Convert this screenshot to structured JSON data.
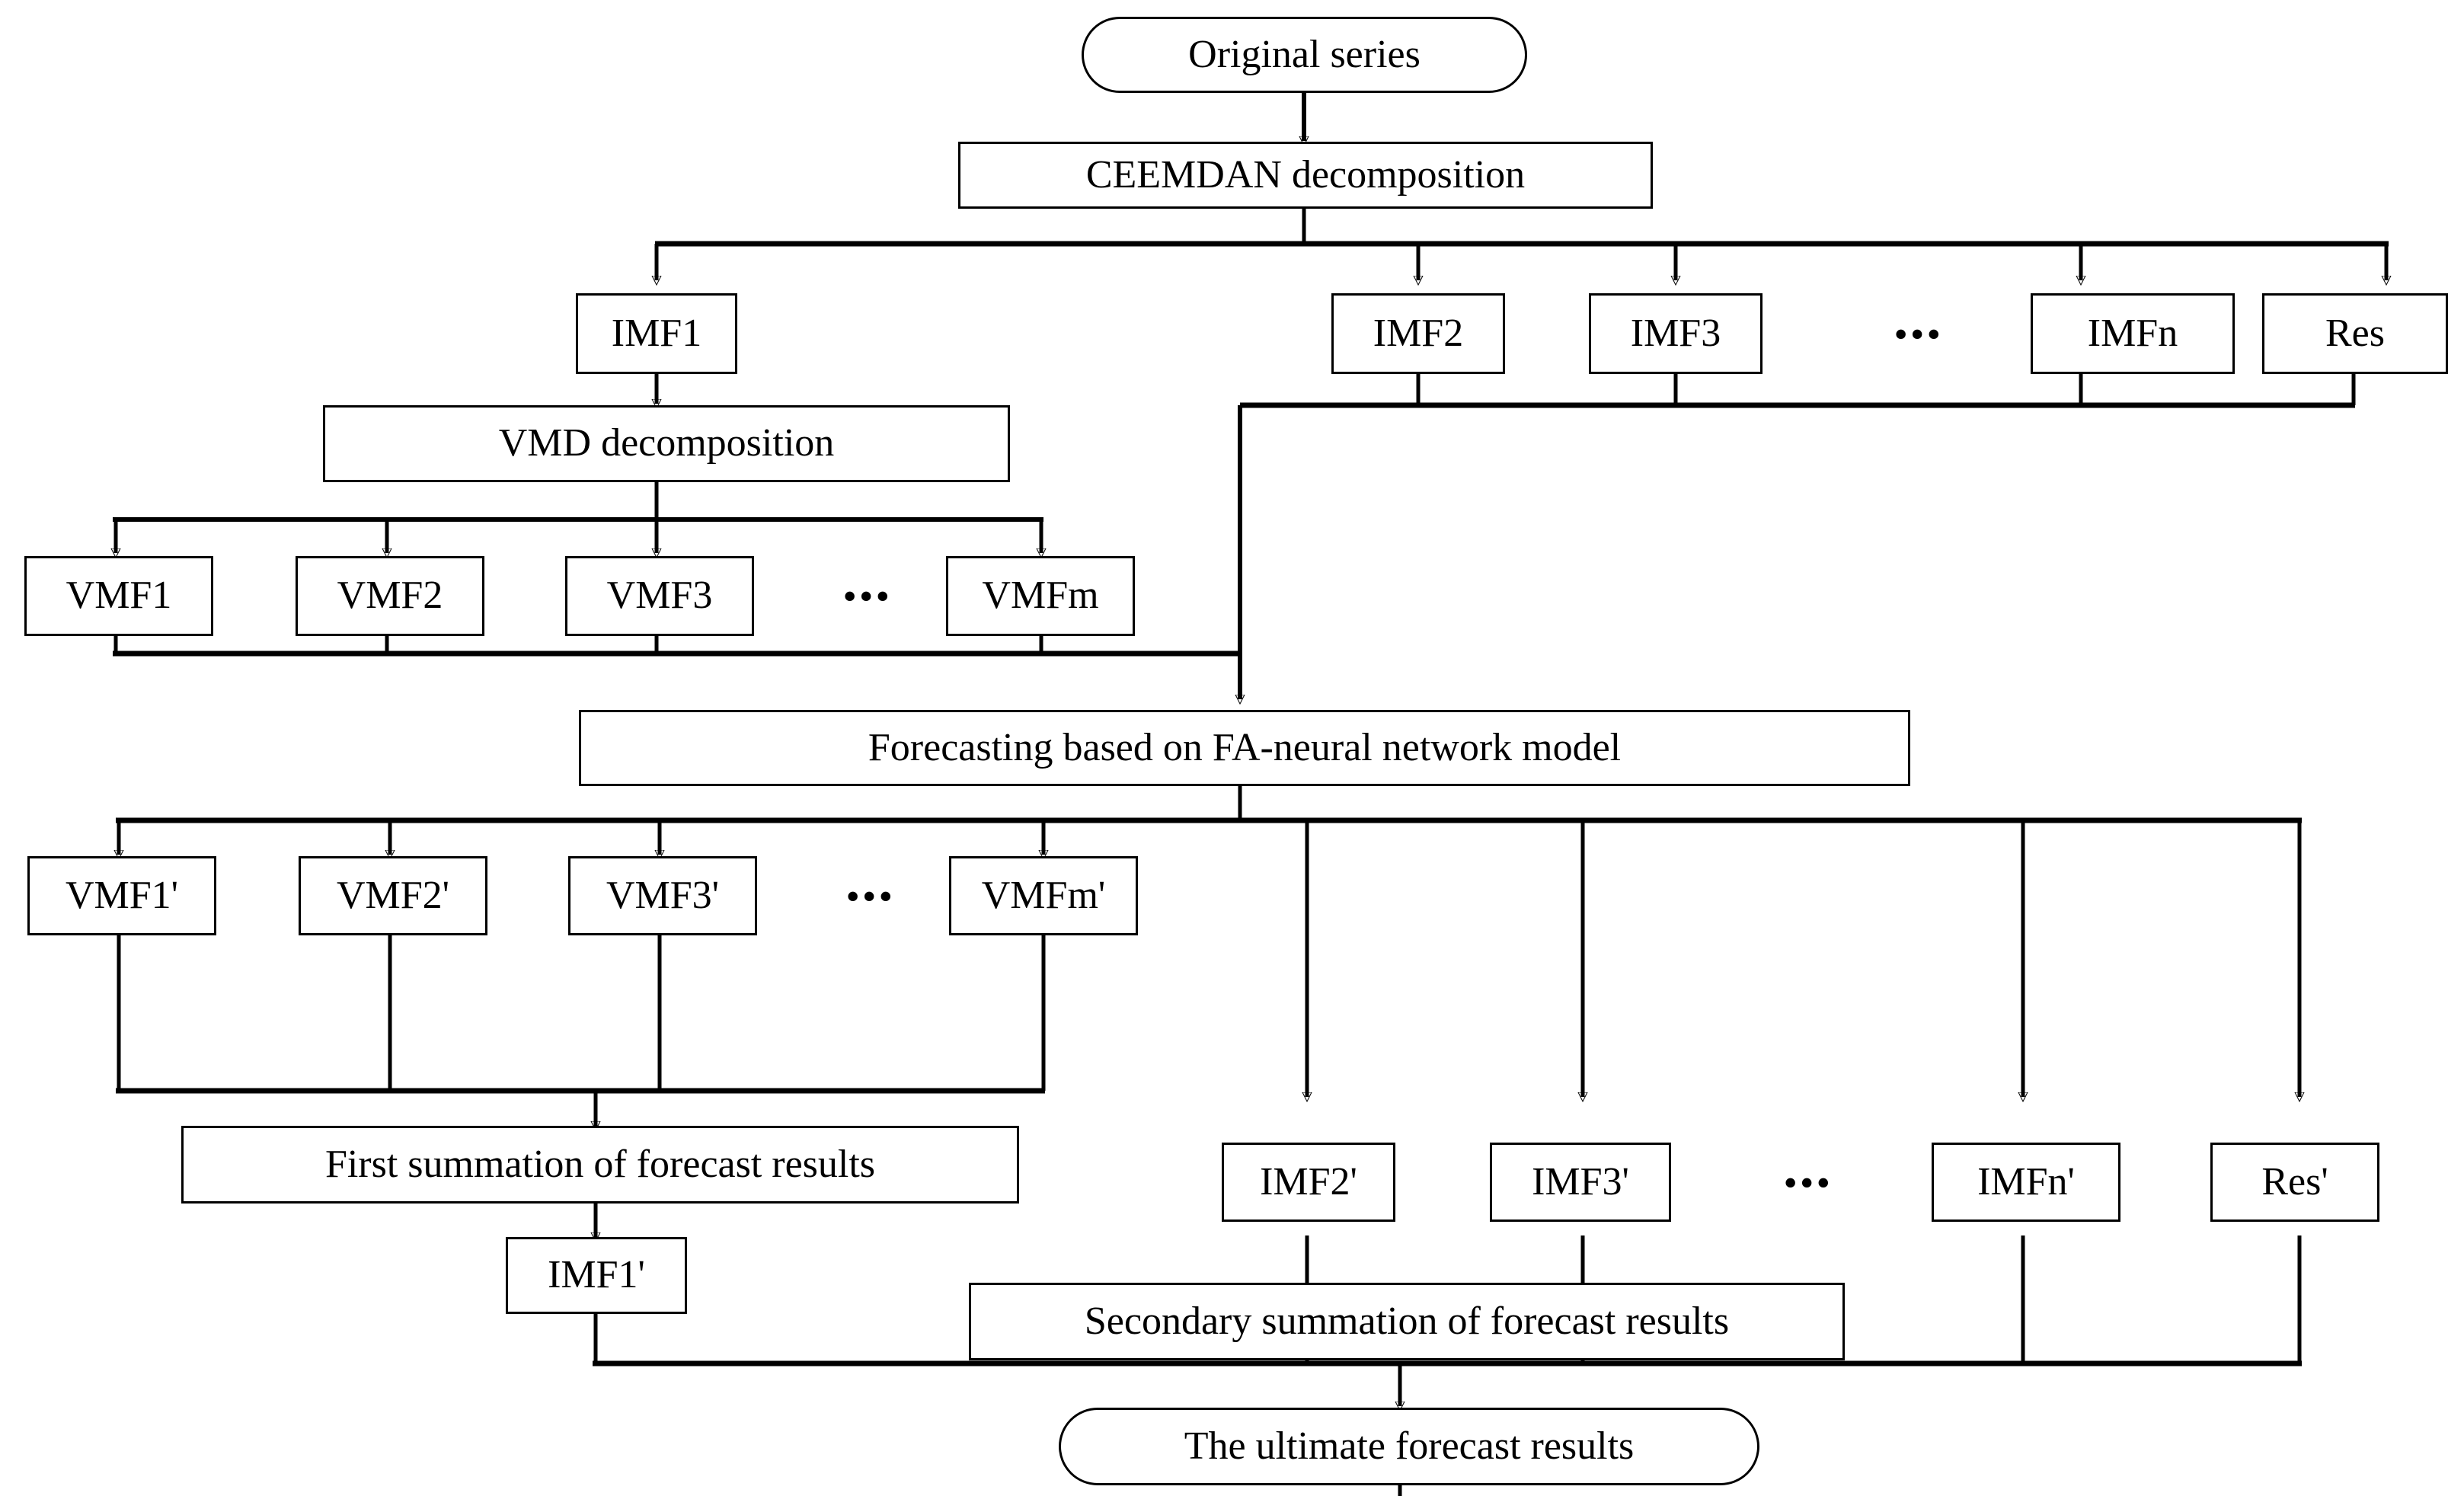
{
  "diagram": {
    "title": "CEEMDAN-VMD-FA-neural network hybrid forecasting flowchart",
    "stroke_color": "#000000",
    "background_color": "#ffffff",
    "ellipsis": "•••"
  },
  "nodes": {
    "original_series": "Original series",
    "ceemdan": "CEEMDAN decomposition",
    "imf1": "IMF1",
    "imf2": "IMF2",
    "imf3": "IMF3",
    "imfn": "IMFn",
    "res": "Res",
    "vmd": "VMD decomposition",
    "vmf1": "VMF1",
    "vmf2": "VMF2",
    "vmf3": "VMF3",
    "vmfm": "VMFm",
    "forecasting": "Forecasting based on FA-neural network model",
    "vmf1p": "VMF1'",
    "vmf2p": "VMF2'",
    "vmf3p": "VMF3'",
    "vmfmp": "VMFm'",
    "first_summation": "First summation of forecast results",
    "imf1p": "IMF1'",
    "imf2p": "IMF2'",
    "imf3p": "IMF3'",
    "imfnp": "IMFn'",
    "resp": "Res'",
    "secondary_summation": "Secondary summation of forecast results",
    "ultimate": "The ultimate forecast results"
  },
  "ellipses": {
    "imf_row": "•••",
    "vmf_row": "•••",
    "vmfp_row": "•••",
    "imfp_row": "•••"
  }
}
